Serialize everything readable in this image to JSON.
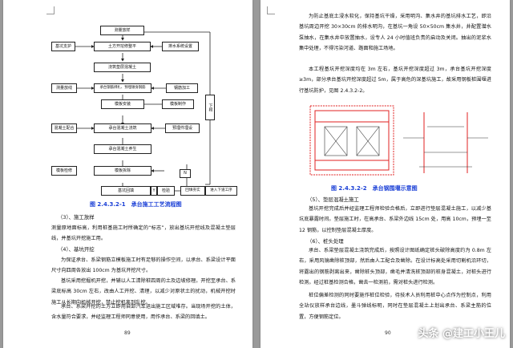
{
  "left_page": {
    "flowchart": {
      "nodes": {
        "survey_layout": "测量放样",
        "slope_support": "基坑支护",
        "excavation": "土方开挖修整平",
        "drainage_setup": "排水系统设置",
        "cushion_pour": "浇筑垫层混凝土",
        "survey_layout_2": "测量放线",
        "bar_binding": "承台钢筋绑扎、预埋墩身钢筋",
        "rebar_make": "钢筋加工",
        "formwork_install": "模板安装",
        "formwork_make": "模板制作",
        "lower_pile": "下段",
        "concrete_mix": "混凝土配合",
        "cap_pour": "承台混凝土浇筑",
        "test_block": "预埋件埋设",
        "cap_cure": "承台混凝土养生",
        "formwork_clean": "模板检修",
        "formwork_remove": "模板拆除",
        "pit_backfill": "基坑回填",
        "yes_label": "Y",
        "check_label": "检验",
        "no_label": "N",
        "backfill_check": "回填夯实",
        "next_process": "进入下道工序"
      },
      "caption": "图 2.4.3.2-1　承台施工工艺流程图"
    },
    "heading_3": "（3）、施工放样",
    "para_3": "测量原地面标高，利用桩基施工时所确定的“标志”，放出基坑开挖线及混凝土垫层线，并基坑开挖施工用。",
    "heading_4": "（4）、基坑开挖",
    "para_4a": "为保证承台、系梁钢筋立模板施工时有足够的操作空间，以承台、系梁设计平面尺寸向四周各放出 100cm 为基坑开挖尺寸。",
    "para_4b": "基坑采用挖掘机开挖，并辅以人工清除桩四周的土及边坡修理。开挖至承台、系梁底标高 30cm 左右，改由人工开挖、清理，以减少对原状土的扰动，机械开挖时施工从长期向机械开挖，禁止挖机离到乱挖。",
    "para_4c": "承台、系梁开挖的土方立即用自卸汽车运出施工区域堆存。当现场开挖的土体，含水量符合要求，并经监理工程师同意使用，用作承台、系梁的回填土。",
    "page_number": "89"
  },
  "right_page": {
    "para_1": "为防止基底土浸水软化，保持基坑干燥，采用明沟、集水井的基坑排水工艺，即沿基坑周边开挖 30×30cm 的排水明沟，在基坑一角设 50×50cm 集水井，井配置潜水泵抽水，在集水井中放置抽水，设专人 24 小时值班负责的启动及关闭。抽出的泥浆水集中处理，不得污染河道、路面和施工场地。",
    "para_2": "本工程基坑开挖深度均在 3m 左右，基坑开挖深度超过 3m，承台基坑开挖深度≥3m，部分承台基坑开挖深度超过 5m，属于高危的深基坑施工，故采用钢板桩围堰进行基坑防护，见图 2.4.3.2-2。",
    "diagram_caption": "图 2.4.3.2-2　承台钢围堰示意图",
    "heading_5": "（5）、垫层混凝土施工",
    "para_5": "基坑开挖完成后并经监理工程师检验合格后，立即进行垫层混凝土施工，以减少基坑底暴露时间。垫层施工时，在高承台、系梁外边线 15cm 处，用高 10cm，预埋一至 12 钢筋，以控制垫层混凝土厚度。",
    "heading_6": "（6）、桩头处理",
    "para_6a": "承台、系梁垫层混凝土浇筑完成后，按照设计图纸确定桩头破除高度约为 0.8m 左右，采用风镐凿除桩顶部，然后由人工配合及凿除。在设计标高处采用切割机沿环切，将露出的钢筋剥离出来，凿除桩头顶部，凿毛并清洗桩顶部的桩身混凝土，对桩头进行检测。经过桩基检测合格，凿去一检测前，需对桩头进行检测。",
    "para_6b": "桩位偏差检测的同时要施作桩位检验，待技术人员利用桩中心点作为控制点，利用全站仪放样承台边线，墨斗弹线标明，同时在垫层混凝土上划出承台、系梁主筋的位置，方便钢筋定位。",
    "page_number": "90"
  },
  "watermark": "头条 @建工小王儿",
  "colors": {
    "caption_blue": "#1a3fd6",
    "steel_red": "#e02020",
    "background": "#9a9a9a"
  }
}
